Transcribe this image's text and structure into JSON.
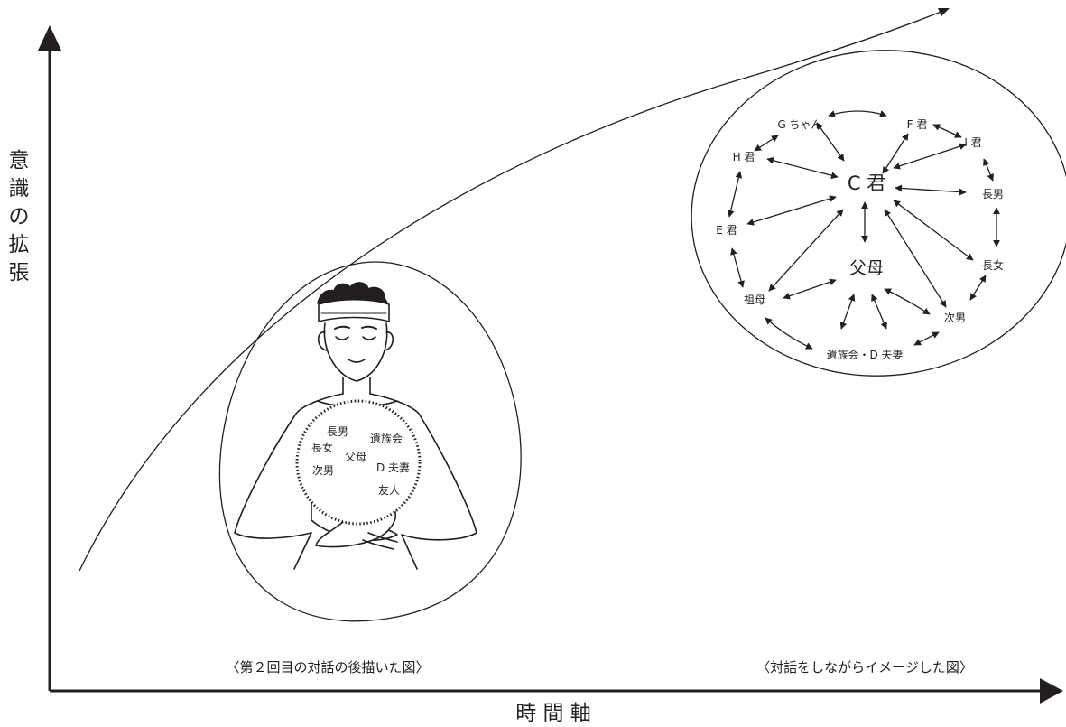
{
  "axes": {
    "y_label": [
      "意",
      "識",
      "の",
      "拡",
      "張"
    ],
    "x_label": "時 間 軸"
  },
  "captions": {
    "left": "〈第２回目の対話の後描いた図〉",
    "right": "〈対話をしながらイメージした図〉"
  },
  "left_figure": {
    "circle_words": [
      "長男",
      "長女",
      "遺族会",
      "父母",
      "次男",
      "D 夫妻",
      "友人"
    ]
  },
  "right_figure": {
    "center": "C 君",
    "parents": "父母",
    "ring": [
      "G ちゃん",
      "F 君",
      "I 君",
      "H 君",
      "長男",
      "E 君",
      "長女",
      "祖母",
      "次男",
      "遺族会・D 夫妻"
    ]
  },
  "colors": {
    "ink": "#231f20",
    "background": "#ffffff"
  }
}
